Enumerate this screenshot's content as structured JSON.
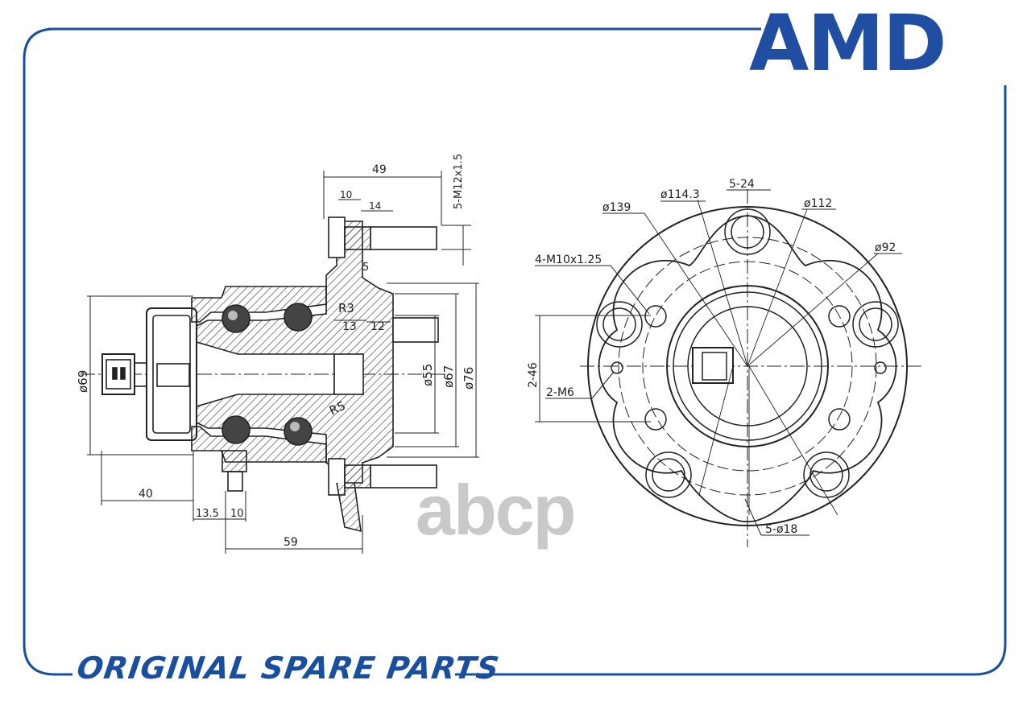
{
  "brand": {
    "logo_text": "AMD",
    "color": "#1f4ea2"
  },
  "tagline": "ORIGINAL SPARE PARTS",
  "watermark": "abcp",
  "side_view": {
    "dims": {
      "d49": "49",
      "d10_top": "10",
      "d14": "14",
      "stud_thread": "5-M12x1.5",
      "d5": "5",
      "r3": "R3",
      "d13": "13",
      "d12": "12",
      "r5": "R5",
      "phi69": "ø69",
      "phi55": "ø55",
      "phi67": "ø67",
      "phi76": "ø76",
      "d40": "40",
      "d13_5": "13.5",
      "d10_bot": "10",
      "d59": "59"
    }
  },
  "front_view": {
    "dims": {
      "d5_24": "5-24",
      "phi114_3": "ø114.3",
      "phi139": "ø139",
      "phi112": "ø112",
      "thread_m10": "4-M10x1.25",
      "phi92": "ø92",
      "d2_46": "2-46",
      "m6": "2-M6",
      "holes18": "5-ø18"
    }
  },
  "colors": {
    "frame": "#1a4fa0",
    "ink": "#222222",
    "watermark": "#c9c9c9"
  }
}
